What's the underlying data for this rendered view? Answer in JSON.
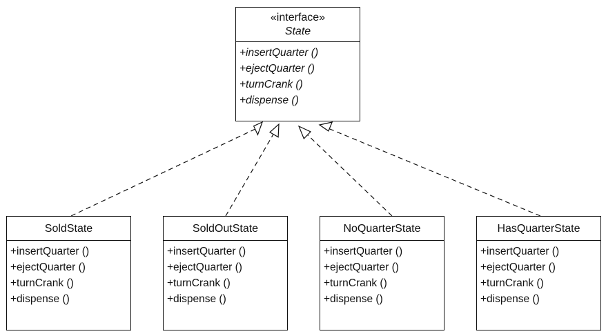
{
  "interface": {
    "stereotype": "«interface»",
    "name": "State",
    "operations": [
      "+insertQuarter ()",
      "+ejectQuarter ()",
      "+turnCrank ()",
      "+dispense ()"
    ]
  },
  "classes": [
    {
      "name": "SoldState",
      "operations": [
        "+insertQuarter ()",
        "+ejectQuarter ()",
        "+turnCrank ()",
        "+dispense ()"
      ]
    },
    {
      "name": "SoldOutState",
      "operations": [
        "+insertQuarter ()",
        "+ejectQuarter ()",
        "+turnCrank ()",
        "+dispense ()"
      ]
    },
    {
      "name": "NoQuarterState",
      "operations": [
        "+insertQuarter ()",
        "+ejectQuarter ()",
        "+turnCrank ()",
        "+dispense ()"
      ]
    },
    {
      "name": "HasQuarterState",
      "operations": [
        "+insertQuarter ()",
        "+ejectQuarter ()",
        "+turnCrank ()",
        "+dispense ()"
      ]
    }
  ],
  "colors": {
    "line": "#111111",
    "background": "#ffffff"
  }
}
